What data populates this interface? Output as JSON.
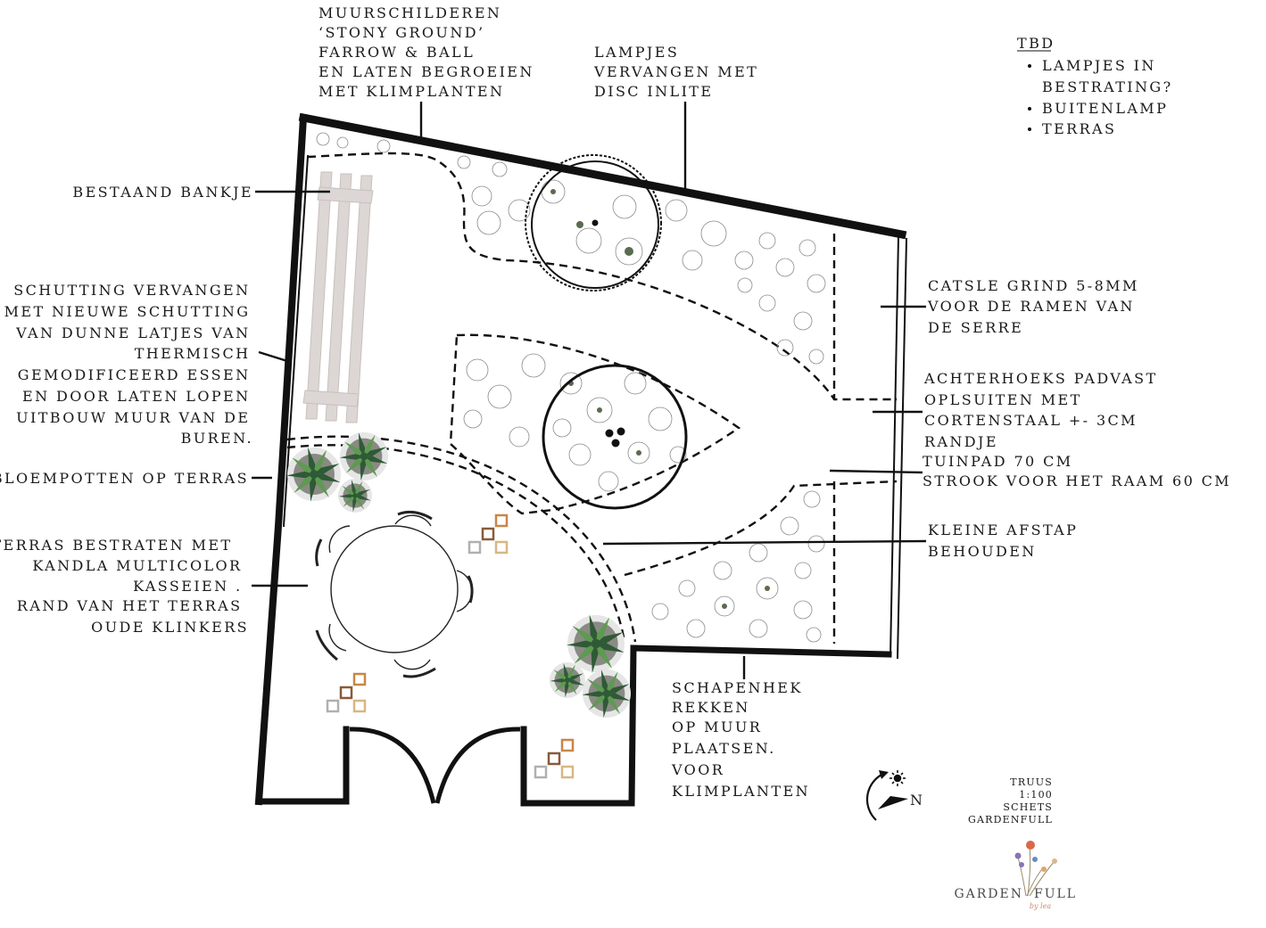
{
  "annotations": {
    "muurschilderen": [
      "MUURSCHILDEREN",
      "‘STONY GROUND’",
      "FARROW & BALL",
      "EN LATEN BEGROEIEN",
      "MET KLIMPLANTEN"
    ],
    "lampjes": [
      "LAMPJES",
      "VERVANGEN MET",
      "DISC INLITE"
    ],
    "bankje": [
      "BESTAAND BANKJE"
    ],
    "schutting": [
      "SCHUTTING VERVANGEN",
      "MET NIEUWE SCHUTTING",
      "VAN DUNNE LATJES VAN",
      "THERMISCH",
      "GEMODIFICEERD ESSEN",
      "EN DOOR LATEN LOPEN",
      "UITBOUW MUUR VAN DE",
      "BUREN."
    ],
    "bloempotten": [
      "BLOEMPOTTEN OP TERRAS"
    ],
    "terras": [
      "TERRAS BESTRATEN MET",
      "KANDLA MULTICOLOR",
      "KASSEIEN .",
      "RAND VAN HET TERRAS",
      "OUDE KLINKERS"
    ],
    "grind": [
      "CATSLE GRIND 5-8MM",
      "VOOR DE RAMEN VAN",
      "DE SERRE"
    ],
    "padvast": [
      "ACHTERHOEKS PADVAST",
      "OPLSUITEN MET",
      "CORTENSTAAL +- 3CM",
      "RANDJE"
    ],
    "tuinpad": [
      "TUINPAD 70 CM",
      "STROOK VOOR HET RAAM 60 CM"
    ],
    "afstap": [
      "KLEINE AFSTAP",
      "BEHOUDEN"
    ],
    "schapenhek": [
      "SCHAPENHEK",
      "REKKEN",
      "OP MUUR",
      "PLAATSEN.",
      "VOOR",
      "KLIMPLANTEN"
    ]
  },
  "tbd": {
    "title": "TBD",
    "items": [
      "LAMPJES IN",
      "BESTRATING?",
      "BUITENLAMP",
      "TERRAS"
    ]
  },
  "compass": {
    "north": "N"
  },
  "credits": [
    "TRUUS",
    "1:100",
    "SCHETS",
    "GARDENFULL"
  ],
  "logo": {
    "left": "GARDEN",
    "right": "FULL",
    "sub": "by lea"
  },
  "colors": {
    "ink": "#1a1a1a",
    "bench": "#dcd6d4",
    "plant_leaf": "#5e9a52",
    "plant_dark": "#2f5a36",
    "pot": "#8a8a84",
    "tile_orange": "#c9864a",
    "tile_brown": "#8a5a3a",
    "tile_grey": "#b0b0b0",
    "tile_sand": "#d7b784"
  }
}
